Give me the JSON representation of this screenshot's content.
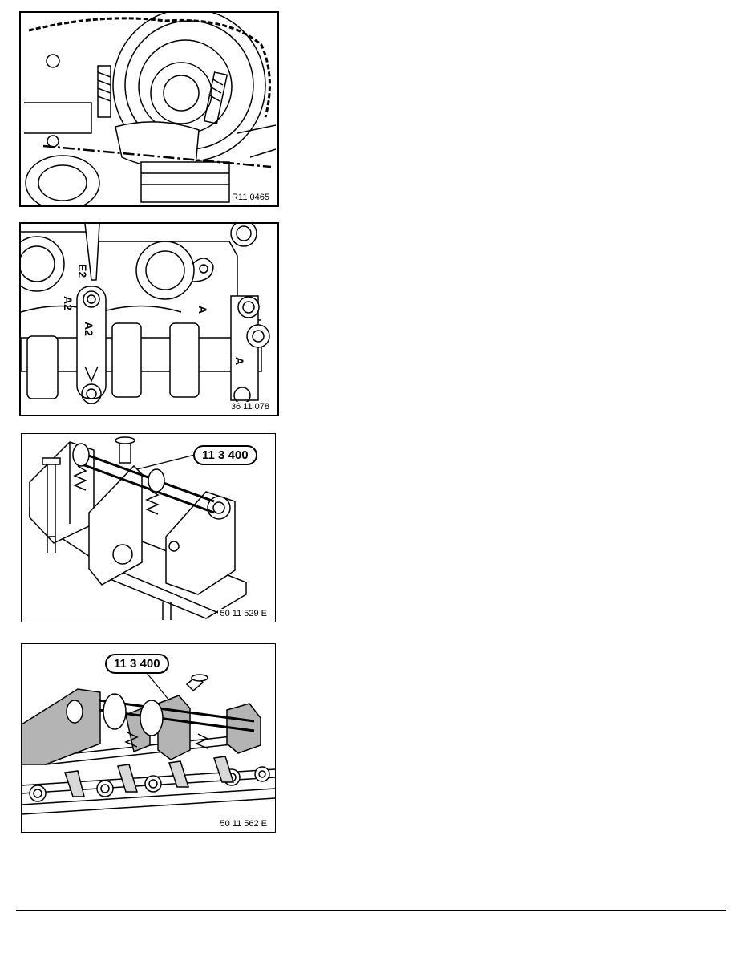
{
  "figures": [
    {
      "id": "fig1",
      "code": "R11 0465"
    },
    {
      "id": "fig2",
      "code": "36 11 078",
      "markings": [
        "E2",
        "A2",
        "A2",
        "A",
        "A"
      ]
    },
    {
      "id": "fig3",
      "code": "50 11 529 E",
      "callout": "11 3 400"
    },
    {
      "id": "fig4",
      "code": "50 11 562 E",
      "callout": "11 3 400"
    }
  ]
}
